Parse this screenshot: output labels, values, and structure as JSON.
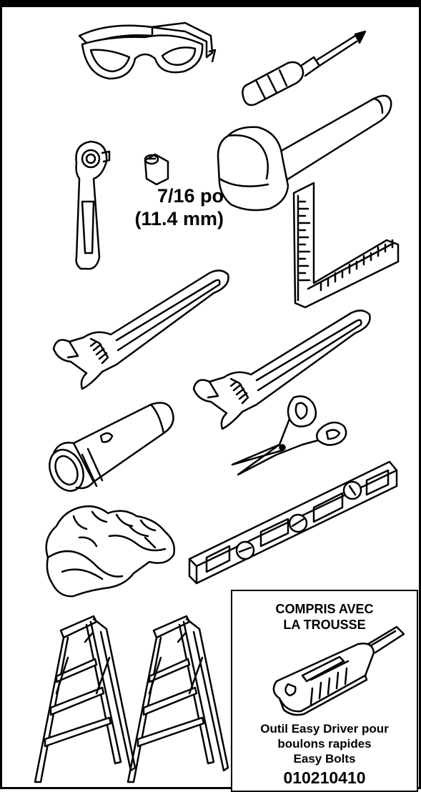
{
  "socket_size": {
    "imperial": "7/16 po",
    "metric": "(11.4 mm)"
  },
  "kit": {
    "title_lines": [
      "COMPRIS AVEC",
      "LA TROUSSE"
    ],
    "description_lines": [
      "Outil Easy Driver pour",
      "boulons rapides",
      "Easy Bolts"
    ],
    "part_number": "010210410"
  },
  "icons": [
    "safety-glasses-icon",
    "screwdriver-icon",
    "ratchet-icon",
    "socket-icon",
    "rubber-mallet-icon",
    "carpenter-square-icon",
    "adjustable-wrench-icon",
    "flashlight-icon",
    "scissors-icon",
    "level-icon",
    "work-gloves-icon",
    "step-ladder-icon",
    "easy-driver-tool-icon"
  ]
}
